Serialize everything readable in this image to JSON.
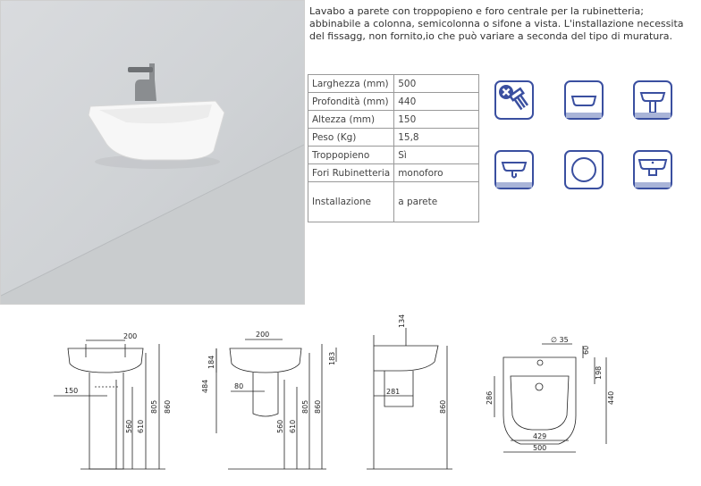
{
  "description": "Lavabo a parete con troppopieno e foro centrale per la rubinetteria; abbinabile a colonna, semicolonna o sifone a vista. L'installazione necessita del fissagg, non fornito,io che può variare a seconda del tipo di muratura.",
  "specs": [
    {
      "label": "Larghezza (mm)",
      "value": "500"
    },
    {
      "label": "Profondità (mm)",
      "value": "440"
    },
    {
      "label": "Altezza (mm)",
      "value": "150"
    },
    {
      "label": "Peso (Kg)",
      "value": "15,8"
    },
    {
      "label": "Troppopieno",
      "value": "Sì"
    },
    {
      "label": "Fori Rubinetteria",
      "value": "monoforo"
    },
    {
      "label": "Installazione",
      "value": "a parete"
    }
  ],
  "icons": [
    "no-fixing-kit-icon",
    "basin-top-icon",
    "basin-pedestal-icon",
    "basin-siphon-icon",
    "round-basin-icon",
    "basin-semipedestal-icon"
  ],
  "accent_color": "#3a4fa0",
  "dimensions": {
    "front_pedestal": {
      "width_top": "200",
      "side": "150",
      "h1": "560",
      "h2": "610",
      "h3": "805",
      "h4": "860"
    },
    "front_semipedestal": {
      "width_top": "200",
      "left_h": "484",
      "left_h2": "184",
      "side": "80",
      "h1": "560",
      "h2": "610",
      "h3": "805",
      "h4": "860"
    },
    "side_view": {
      "top": "134",
      "small": "183",
      "depth": "281",
      "total": "860"
    },
    "top_view": {
      "hole": "∅ 35",
      "h60": "60",
      "h198": "198",
      "h440": "440",
      "h286": "286",
      "w429": "429",
      "w500": "500"
    }
  }
}
